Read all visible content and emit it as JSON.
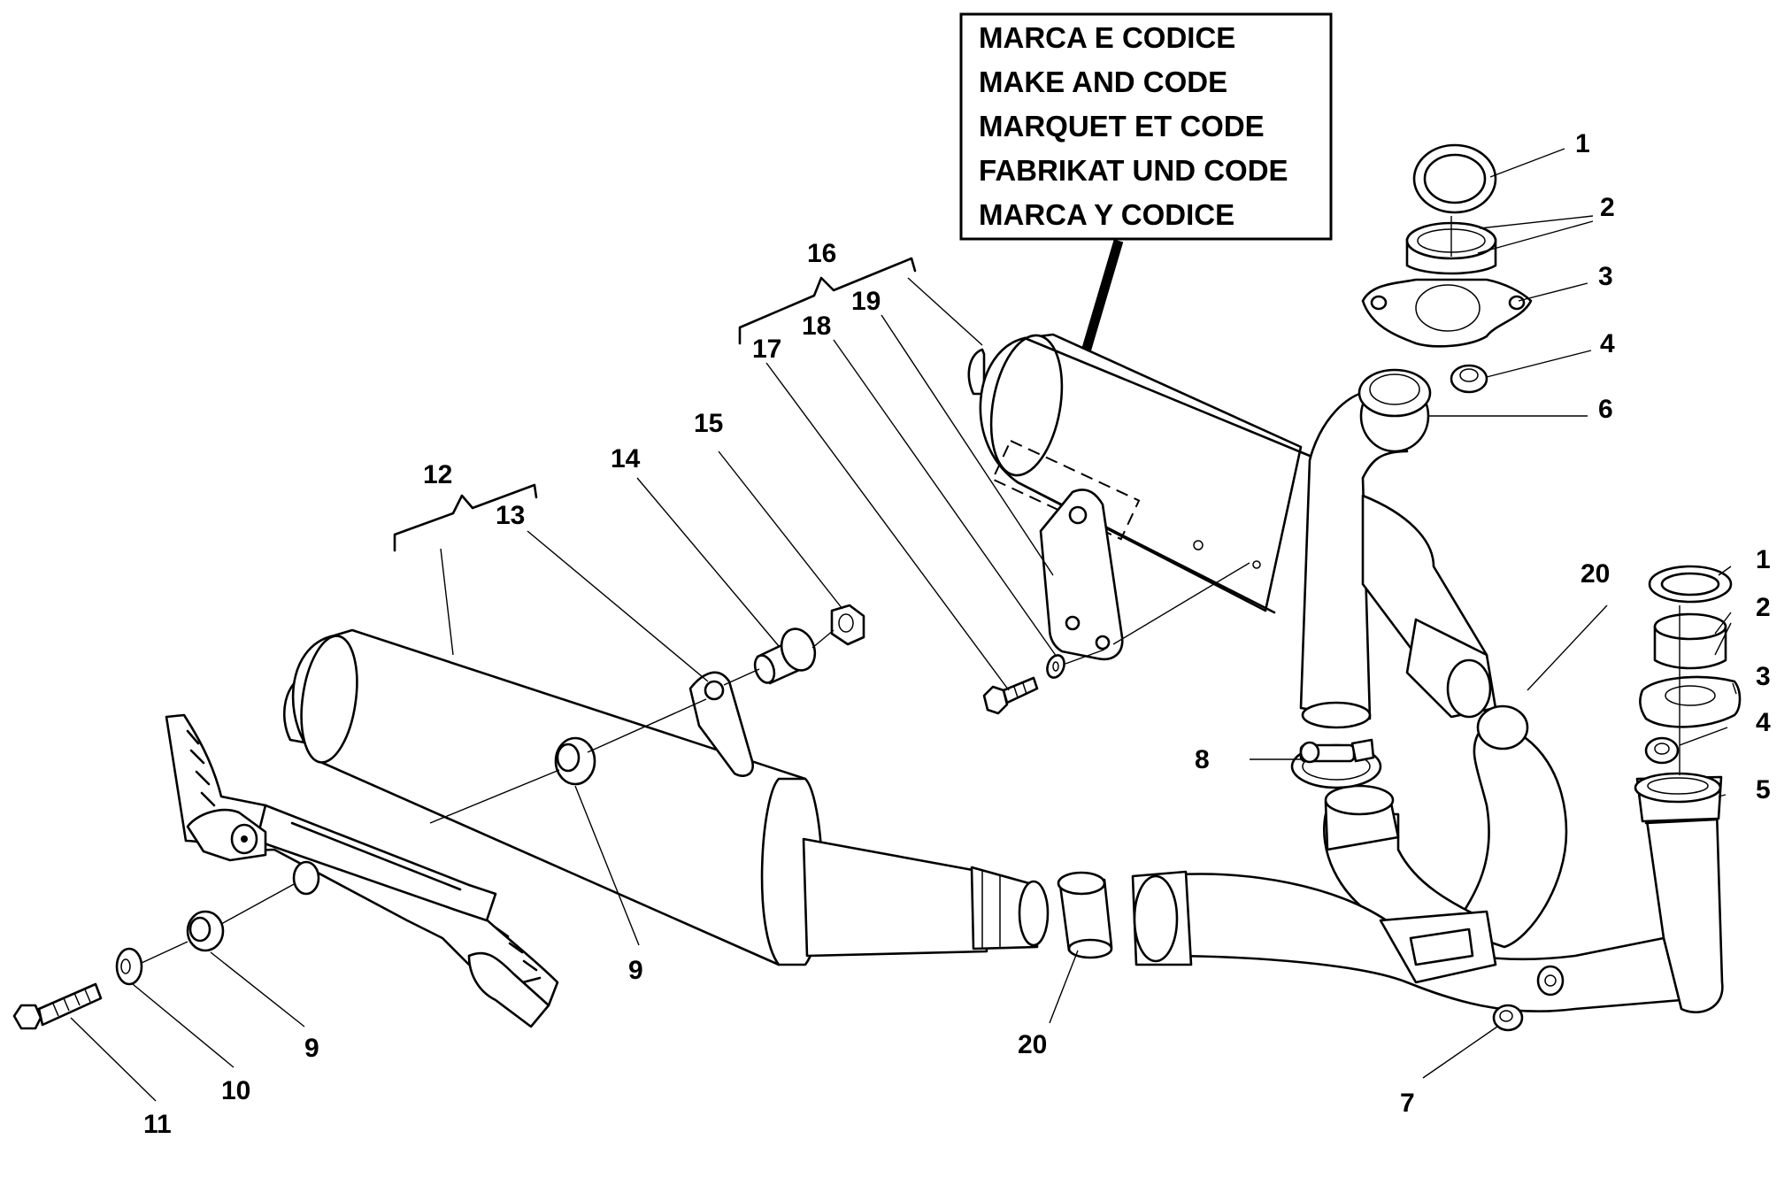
{
  "legend_box": {
    "lines": [
      "MARCA E CODICE",
      "MAKE AND CODE",
      "MARQUET ET CODE",
      "FABRIKAT UND CODE",
      "MARCA Y CODICE"
    ]
  },
  "callouts": {
    "c1a": "1",
    "c2a": "2",
    "c3a": "3",
    "c4a": "4",
    "c6": "6",
    "c1b": "1",
    "c2b": "2",
    "c3b": "3",
    "c4b": "4",
    "c5": "5",
    "c7": "7",
    "c8": "8",
    "c9a": "9",
    "c9b": "9",
    "c10": "10",
    "c11": "11",
    "c12": "12",
    "c13": "13",
    "c14": "14",
    "c15": "15",
    "c16": "16",
    "c17": "17",
    "c18": "18",
    "c19": "19",
    "c20a": "20",
    "c20b": "20"
  }
}
